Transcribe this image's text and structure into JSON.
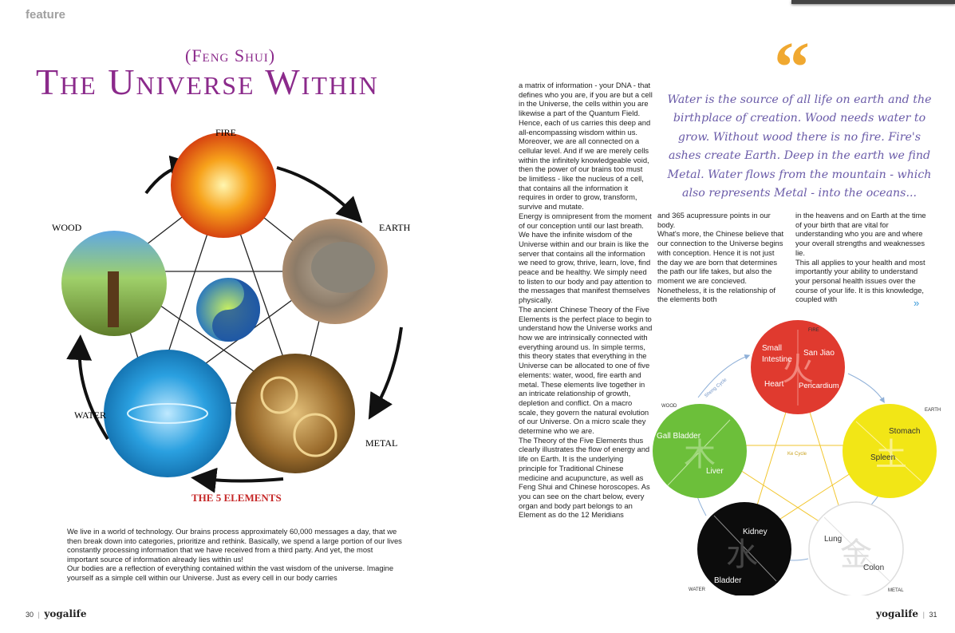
{
  "section": "feature",
  "title": {
    "kicker": "(Feng Shui)",
    "main": "The Universe Within"
  },
  "wheel": {
    "labels": {
      "fire": "FIRE",
      "earth": "EARTH",
      "wood": "WOOD",
      "water": "WATER",
      "metal": "METAL"
    },
    "caption": "THE 5 ELEMENTS"
  },
  "intro": [
    "We live in a world of technology. Our brains process approximately 60,000 messages a day, that we then break down into categories, prioritize and rethink. Basically, we spend a large portion of our lives constantly processing information that we have received from a third party. And yet, the most important source of information already lies within us!",
    "Our bodies are a reflection of everything contained within the vast wisdom of the universe. Imagine yourself as a simple cell within our Universe. Just as every cell in our body carries"
  ],
  "column1": [
    "a matrix of information - your DNA - that defines who you are, if you are but a cell in the Universe, the cells within you are likewise a part of the Quantum Field. Hence, each of us carries this deep and all-encompassing wisdom within us. Moreover, we are all connected on a cellular level. And if we are merely cells within the infinitely knowledgeable void, then the power of our brains too must be limitless - like the nucleus of a cell, that contains all the information it requires in order to grow, transform, survive and mutate.",
    "Energy is omnipresent from the moment of our conception until our last breath. We have the infinite wisdom of the Universe within and our brain is like the server that contains all the information we need to grow, thrive, learn, love, find peace and be healthy. We simply need to listen to our body and pay attention to the messages that manifest themselves physically.",
    "The ancient Chinese Theory of the Five Elements is the perfect place to begin to understand how the Universe works and how we are intrinsically connected with everything around us. In simple terms, this theory states that everything in the Universe can be allocated to one of five elements: water, wood, fire earth and metal. These elements live together in an intricate relationship of growth, depletion and conflict. On a macro scale, they govern the natural evolution of our Universe. On a micro scale they determine who we are.",
    "The Theory of the Five Elements thus clearly illustrates the flow of energy and life on Earth. It is the underlying principle for Traditional Chinese medicine and acupuncture, as well as Feng Shui and Chinese horoscopes. As you can see on the chart below, every organ and body part belongs to an Element as do the 12 Meridians"
  ],
  "column2": [
    "and 365 acupressure points in our body.",
    "What's more, the Chinese believe that our connection to the Universe begins with conception. Hence it is not just the day we are born that determines the path our life takes, but also the moment we are concieved. Nonetheless, it is the relationship of the elements both"
  ],
  "column3": [
    "in the heavens and on Earth at the time of your birth that are vital for understanding who you are and where your overall strengths and weaknesses lie.",
    "This all applies to your health and most importantly your ability to understand your personal health issues over the course of your life. It is this knowledge, coupled with"
  ],
  "continue_mark": "»",
  "quote": {
    "mark": "“",
    "text": "Water is the source of all life on earth and the birthplace of creation. Wood needs water to grow. Without wood there is no fire. Fire's ashes create Earth. Deep in the earth we find Metal. Water flows from the mountain - which also represents Metal - into the oceans..."
  },
  "organ_chart": {
    "cycle_labels": {
      "sheng": "Sheng Cycle",
      "ke": "Ke Cycle"
    },
    "fire": {
      "label": "FIRE",
      "organs": [
        "Small Intestine",
        "San Jiao",
        "Heart",
        "Pericardium"
      ],
      "color": "#e03a2f"
    },
    "earth": {
      "label": "EARTH",
      "organs": [
        "Stomach",
        "Spleen"
      ],
      "color": "#f2e616"
    },
    "wood": {
      "label": "WOOD",
      "organs": [
        "Gall Bladder",
        "Liver"
      ],
      "color": "#6cbf3a"
    },
    "water": {
      "label": "WATER",
      "organs": [
        "Kidney",
        "Bladder"
      ],
      "color": "#0c0c0c"
    },
    "metal": {
      "label": "METAL",
      "organs": [
        "Lung",
        "Colon"
      ],
      "color": "#ffffff"
    },
    "glyphs": {
      "fire": "火",
      "earth": "土",
      "wood": "木",
      "water": "水",
      "metal": "金"
    }
  },
  "footer": {
    "left_page": "30",
    "right_page": "31",
    "brand": "yogalife",
    "sep": "|"
  }
}
